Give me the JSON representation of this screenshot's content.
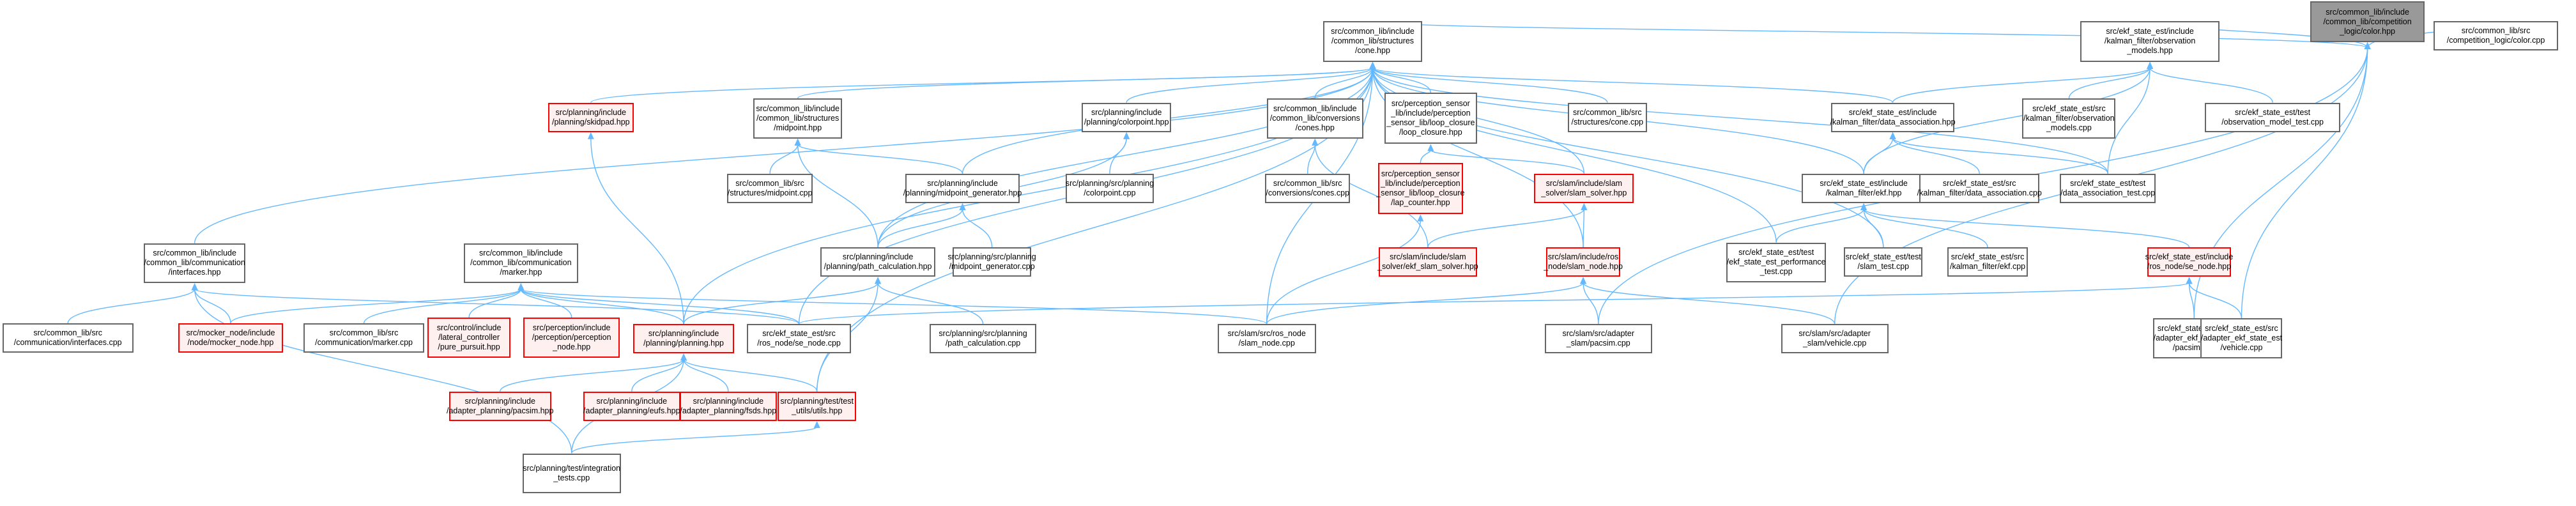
{
  "title": "Include dependency graph (included by) for color.hpp",
  "colors": {
    "edge": "#63b8ff",
    "root_fill": "#999999",
    "node_border": "#666666",
    "incomplete_border": "#ff0000",
    "incomplete_fill": "#fff0f0"
  },
  "nodes": [
    {
      "id": "color_hpp",
      "label": "src/common_lib/include\n/common_lib/competition\n_logic/color.hpp",
      "style": "root"
    },
    {
      "id": "color_cpp",
      "label": "src/common_lib/src\n/competition_logic/color.cpp",
      "style": "normal"
    },
    {
      "id": "cone_hpp",
      "label": "src/common_lib/include\n/common_lib/structures\n/cone.hpp",
      "style": "normal"
    },
    {
      "id": "obs_models_hpp",
      "label": "src/ekf_state_est/include\n/kalman_filter/observation\n_models.hpp",
      "style": "normal"
    },
    {
      "id": "skidpad_hpp",
      "label": "src/planning/include\n/planning/skidpad.hpp",
      "style": "red"
    },
    {
      "id": "midpoint_hpp",
      "label": "src/common_lib/include\n/common_lib/structures\n/midpoint.hpp",
      "style": "normal"
    },
    {
      "id": "colorpoint_hpp",
      "label": "src/planning/include\n/planning/colorpoint.hpp",
      "style": "normal"
    },
    {
      "id": "cones_hpp",
      "label": "src/common_lib/include\n/common_lib/conversions\n/cones.hpp",
      "style": "normal"
    },
    {
      "id": "loop_closure_hpp",
      "label": "src/perception_sensor\n_lib/include/perception\n_sensor_lib/loop_closure\n/loop_closure.hpp",
      "style": "normal"
    },
    {
      "id": "cone_cpp",
      "label": "src/common_lib/src\n/structures/cone.cpp",
      "style": "normal"
    },
    {
      "id": "data_assoc_hpp",
      "label": "src/ekf_state_est/include\n/kalman_filter/data_association.hpp",
      "style": "normal"
    },
    {
      "id": "obs_models_cpp",
      "label": "src/ekf_state_est/src\n/kalman_filter/observation\n_models.cpp",
      "style": "normal"
    },
    {
      "id": "obs_model_test_cpp",
      "label": "src/ekf_state_est/test\n/observation_model_test.cpp",
      "style": "normal"
    },
    {
      "id": "midpoint_cpp",
      "label": "src/common_lib/src\n/structures/midpoint.cpp",
      "style": "normal"
    },
    {
      "id": "midpoint_gen_hpp",
      "label": "src/planning/include\n/planning/midpoint_generator.hpp",
      "style": "normal"
    },
    {
      "id": "colorpoint_cpp",
      "label": "src/planning/src/planning\n/colorpoint.cpp",
      "style": "normal"
    },
    {
      "id": "cones_cpp",
      "label": "src/common_lib/src\n/conversions/cones.cpp",
      "style": "normal"
    },
    {
      "id": "lap_counter_hpp",
      "label": "src/perception_sensor\n_lib/include/perception\n_sensor_lib/loop_closure\n/lap_counter.hpp",
      "style": "red"
    },
    {
      "id": "slam_solver_hpp",
      "label": "src/slam/include/slam\n_solver/slam_solver.hpp",
      "style": "red"
    },
    {
      "id": "ekf_hpp",
      "label": "src/ekf_state_est/include\n/kalman_filter/ekf.hpp",
      "style": "normal"
    },
    {
      "id": "data_assoc_cpp",
      "label": "src/ekf_state_est/src\n/kalman_filter/data_association.cpp",
      "style": "normal"
    },
    {
      "id": "data_assoc_test_cpp",
      "label": "src/ekf_state_est/test\n/data_association_test.cpp",
      "style": "normal"
    },
    {
      "id": "interfaces_hpp",
      "label": "src/common_lib/include\n/common_lib/communication\n/interfaces.hpp",
      "style": "normal"
    },
    {
      "id": "marker_hpp",
      "label": "src/common_lib/include\n/common_lib/communication\n/marker.hpp",
      "style": "normal"
    },
    {
      "id": "path_calc_hpp",
      "label": "src/planning/include\n/planning/path_calculation.hpp",
      "style": "normal"
    },
    {
      "id": "midpoint_gen_cpp",
      "label": "src/planning/src/planning\n/midpoint_generator.cpp",
      "style": "normal"
    },
    {
      "id": "ekf_slam_solver_hpp",
      "label": "src/slam/include/slam\n_solver/ekf_slam_solver.hpp",
      "style": "red"
    },
    {
      "id": "slam_node_hpp",
      "label": "src/slam/include/ros\n_node/slam_node.hpp",
      "style": "red"
    },
    {
      "id": "ekf_perf_test_cpp",
      "label": "src/ekf_state_est/test\n/ekf_state_est_performance\n_test.cpp",
      "style": "normal"
    },
    {
      "id": "slam_test_cpp",
      "label": "src/ekf_state_est/test\n/slam_test.cpp",
      "style": "normal"
    },
    {
      "id": "ekf_cpp",
      "label": "src/ekf_state_est/src\n/kalman_filter/ekf.cpp",
      "style": "normal"
    },
    {
      "id": "se_node_hpp",
      "label": "src/ekf_state_est/include\n/ros_node/se_node.hpp",
      "style": "red"
    },
    {
      "id": "interfaces_cpp",
      "label": "src/common_lib/src\n/communication/interfaces.cpp",
      "style": "normal"
    },
    {
      "id": "mocker_node_hpp",
      "label": "src/mocker_node/include\n/node/mocker_node.hpp",
      "style": "red"
    },
    {
      "id": "marker_cpp",
      "label": "src/common_lib/src\n/communication/marker.cpp",
      "style": "normal"
    },
    {
      "id": "pure_pursuit_hpp",
      "label": "src/control/include\n/lateral_controller\n/pure_pursuit.hpp",
      "style": "red"
    },
    {
      "id": "perception_node_hpp",
      "label": "src/perception/include\n/perception/perception\n_node.hpp",
      "style": "red"
    },
    {
      "id": "planning_hpp",
      "label": "src/planning/include\n/planning/planning.hpp",
      "style": "red"
    },
    {
      "id": "se_node_cpp",
      "label": "src/ekf_state_est/src\n/ros_node/se_node.cpp",
      "style": "normal"
    },
    {
      "id": "path_calc_cpp",
      "label": "src/planning/src/planning\n/path_calculation.cpp",
      "style": "normal"
    },
    {
      "id": "slam_node_cpp",
      "label": "src/slam/src/ros_node\n/slam_node.cpp",
      "style": "normal"
    },
    {
      "id": "adapter_pacsim_cpp",
      "label": "src/slam/src/adapter\n_slam/pacsim.cpp",
      "style": "normal"
    },
    {
      "id": "adapter_vehicle_cpp",
      "label": "src/slam/src/adapter\n_slam/vehicle.cpp",
      "style": "normal"
    },
    {
      "id": "ekf_adapter_pacsim_cpp",
      "label": "src/ekf_state_est/src\n/adapter_ekf_state_est\n/pacsim.cpp",
      "style": "normal"
    },
    {
      "id": "ekf_adapter_vehicle_cpp",
      "label": "src/ekf_state_est/src\n/adapter_ekf_state_est\n/vehicle.cpp",
      "style": "normal"
    },
    {
      "id": "planning_pacsim_hpp",
      "label": "src/planning/include\n/adapter_planning/pacsim.hpp",
      "style": "red"
    },
    {
      "id": "planning_eufs_hpp",
      "label": "src/planning/include\n/adapter_planning/eufs.hpp",
      "style": "red"
    },
    {
      "id": "planning_fsds_hpp",
      "label": "src/planning/include\n/adapter_planning/fsds.hpp",
      "style": "red"
    },
    {
      "id": "utils_hpp",
      "label": "src/planning/test/test\n_utils/utils.hpp",
      "style": "red"
    },
    {
      "id": "integration_tests_cpp",
      "label": "src/planning/test/integration\n_tests.cpp",
      "style": "normal"
    }
  ],
  "edges": [
    [
      "color_cpp",
      "color_hpp"
    ],
    [
      "cone_hpp",
      "color_hpp"
    ],
    [
      "obs_models_hpp",
      "color_hpp"
    ],
    [
      "adapter_pacsim_cpp",
      "color_hpp"
    ],
    [
      "ekf_adapter_pacsim_cpp",
      "color_hpp"
    ],
    [
      "ekf_adapter_vehicle_cpp",
      "color_hpp"
    ],
    [
      "adapter_vehicle_cpp",
      "color_hpp"
    ],
    [
      "skidpad_hpp",
      "cone_hpp"
    ],
    [
      "midpoint_hpp",
      "cone_hpp"
    ],
    [
      "colorpoint_hpp",
      "cone_hpp"
    ],
    [
      "cones_hpp",
      "cone_hpp"
    ],
    [
      "loop_closure_hpp",
      "cone_hpp"
    ],
    [
      "cone_cpp",
      "cone_hpp"
    ],
    [
      "data_assoc_hpp",
      "cone_hpp"
    ],
    [
      "interfaces_hpp",
      "cone_hpp"
    ],
    [
      "path_calc_hpp",
      "cone_hpp"
    ],
    [
      "midpoint_gen_hpp",
      "cone_hpp"
    ],
    [
      "slam_solver_hpp",
      "cone_hpp"
    ],
    [
      "ekf_hpp",
      "cone_hpp"
    ],
    [
      "data_assoc_test_cpp",
      "cone_hpp"
    ],
    [
      "ekf_perf_test_cpp",
      "cone_hpp"
    ],
    [
      "slam_test_cpp",
      "cone_hpp"
    ],
    [
      "slam_node_cpp",
      "cone_hpp"
    ],
    [
      "se_node_cpp",
      "cone_hpp"
    ],
    [
      "planning_hpp",
      "cone_hpp"
    ],
    [
      "utils_hpp",
      "cone_hpp"
    ],
    [
      "slam_node_hpp",
      "cone_hpp"
    ],
    [
      "data_assoc_hpp",
      "obs_models_hpp"
    ],
    [
      "ekf_hpp",
      "obs_models_hpp"
    ],
    [
      "obs_models_cpp",
      "obs_models_hpp"
    ],
    [
      "obs_model_test_cpp",
      "obs_models_hpp"
    ],
    [
      "data_assoc_test_cpp",
      "obs_models_hpp"
    ],
    [
      "planning_hpp",
      "skidpad_hpp"
    ],
    [
      "midpoint_cpp",
      "midpoint_hpp"
    ],
    [
      "midpoint_gen_hpp",
      "midpoint_hpp"
    ],
    [
      "path_calc_hpp",
      "midpoint_hpp"
    ],
    [
      "colorpoint_cpp",
      "colorpoint_hpp"
    ],
    [
      "path_calc_hpp",
      "colorpoint_hpp"
    ],
    [
      "cones_cpp",
      "cones_hpp"
    ],
    [
      "ekf_slam_solver_hpp",
      "cones_hpp"
    ],
    [
      "lap_counter_hpp",
      "loop_closure_hpp"
    ],
    [
      "slam_solver_hpp",
      "loop_closure_hpp"
    ],
    [
      "slam_node_cpp",
      "lap_counter_hpp"
    ],
    [
      "ekf_slam_solver_hpp",
      "slam_solver_hpp"
    ],
    [
      "slam_node_hpp",
      "slam_solver_hpp"
    ],
    [
      "ekf_hpp",
      "data_assoc_hpp"
    ],
    [
      "data_assoc_cpp",
      "data_assoc_hpp"
    ],
    [
      "data_assoc_test_cpp",
      "data_assoc_hpp"
    ],
    [
      "ekf_perf_test_cpp",
      "ekf_hpp"
    ],
    [
      "slam_test_cpp",
      "ekf_hpp"
    ],
    [
      "ekf_cpp",
      "ekf_hpp"
    ],
    [
      "se_node_hpp",
      "ekf_hpp"
    ],
    [
      "interfaces_cpp",
      "interfaces_hpp"
    ],
    [
      "mocker_node_hpp",
      "interfaces_hpp"
    ],
    [
      "integration_tests_cpp",
      "interfaces_hpp"
    ],
    [
      "se_node_cpp",
      "interfaces_hpp"
    ],
    [
      "mocker_node_hpp",
      "marker_hpp"
    ],
    [
      "marker_cpp",
      "marker_hpp"
    ],
    [
      "pure_pursuit_hpp",
      "marker_hpp"
    ],
    [
      "perception_node_hpp",
      "marker_hpp"
    ],
    [
      "planning_hpp",
      "marker_hpp"
    ],
    [
      "se_node_cpp",
      "marker_hpp"
    ],
    [
      "slam_node_cpp",
      "marker_hpp"
    ],
    [
      "planning_hpp",
      "path_calc_hpp"
    ],
    [
      "path_calc_cpp",
      "path_calc_hpp"
    ],
    [
      "utils_hpp",
      "path_calc_hpp"
    ],
    [
      "midpoint_gen_cpp",
      "midpoint_gen_hpp"
    ],
    [
      "path_calc_hpp",
      "midpoint_gen_hpp"
    ],
    [
      "slam_node_cpp",
      "slam_node_hpp"
    ],
    [
      "adapter_pacsim_cpp",
      "slam_node_hpp"
    ],
    [
      "adapter_vehicle_cpp",
      "slam_node_hpp"
    ],
    [
      "ekf_adapter_pacsim_cpp",
      "se_node_hpp"
    ],
    [
      "ekf_adapter_vehicle_cpp",
      "se_node_hpp"
    ],
    [
      "se_node_cpp",
      "se_node_hpp"
    ],
    [
      "planning_pacsim_hpp",
      "planning_hpp"
    ],
    [
      "planning_eufs_hpp",
      "planning_hpp"
    ],
    [
      "planning_fsds_hpp",
      "planning_hpp"
    ],
    [
      "utils_hpp",
      "planning_hpp"
    ],
    [
      "integration_tests_cpp",
      "planning_hpp"
    ],
    [
      "integration_tests_cpp",
      "utils_hpp"
    ]
  ]
}
